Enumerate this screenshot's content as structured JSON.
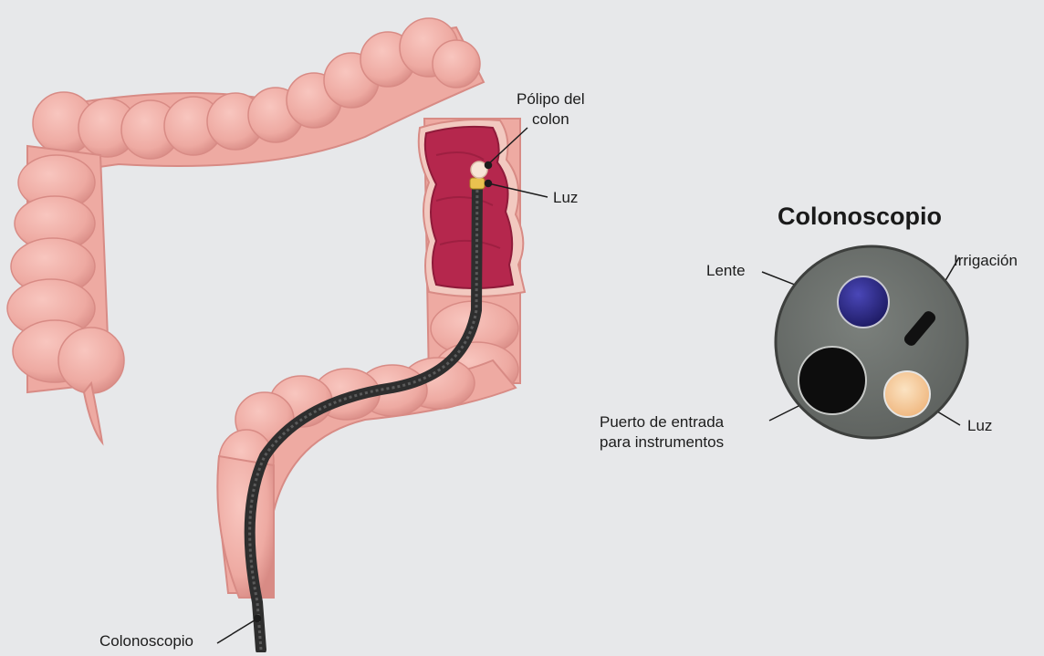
{
  "title": "Colonoscopio",
  "labels": {
    "polyp_line1": "Pólipo del",
    "polyp_line2": "colon",
    "light_colon": "Luz",
    "scope": "Colonoscopio",
    "lens": "Lente",
    "irrigation": "Irrigación",
    "port_line1": "Puerto de entrada",
    "port_line2": "para instrumentos",
    "light_tip": "Luz"
  },
  "colors": {
    "background": "#e7e8ea",
    "colon": "#eeaaa2",
    "colon_shadow": "#d78a84",
    "colon_interior": "#b5274d",
    "scope_tube": "#3a3a3a",
    "tip_face": "#6f7470",
    "lens": "#2d2a86",
    "instrument_port": "#0d0d0d",
    "light": "#f4c890"
  }
}
